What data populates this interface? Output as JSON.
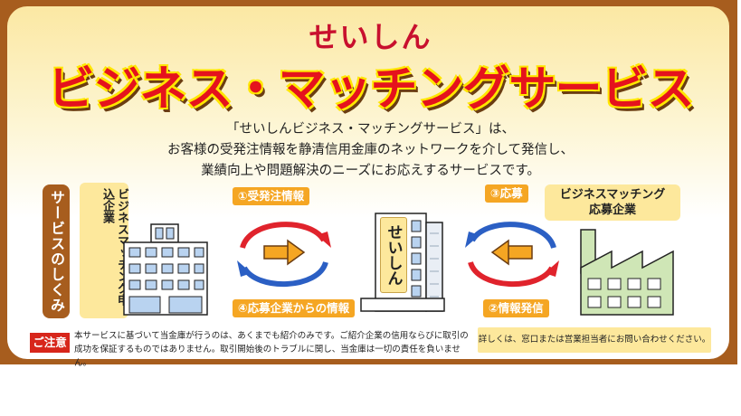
{
  "brand": "せいしん",
  "title": "ビジネス・マッチングサービス",
  "description": [
    "「せいしんビジネス・マッチングサービス」は、",
    "お客様の受発注情報を静清信用金庫のネットワークを介して発信し、",
    "業績向上や問題解決のニーズにお応えするサービスです。"
  ],
  "diagram": {
    "side_label": "サービスのしくみ",
    "left_company": "ビジネスマッチング申込企業",
    "right_company_line1": "ビジネスマッチング",
    "right_company_line2": "応募企業",
    "center_building": "せいしん",
    "step1": "①受発注情報",
    "step2": "②情報発信",
    "step3": "③応募",
    "step4": "④応募企業からの情報"
  },
  "notice": {
    "label": "ご注意",
    "text": "本サービスに基づいて当金庫が行うのは、あくまでも紹介のみです。ご紹介企業の信用ならびに取引の成功を保証するものではありません。取引開始後のトラブルに関し、当金庫は一切の責任を負いません。",
    "contact": "詳しくは、窓口または営業担当者にお問い合わせください。"
  },
  "colors": {
    "frame": "#a75d1e",
    "title_red": "#e5121d",
    "title_outline": "#ffe600",
    "tag_orange": "#f5a623",
    "arrow_red": "#e0232c",
    "arrow_blue": "#2b5fc4",
    "label_bg": "#fde89c"
  },
  "icons": {
    "left": "office-building-icon",
    "center": "bank-tower-icon",
    "right": "factory-icon"
  }
}
